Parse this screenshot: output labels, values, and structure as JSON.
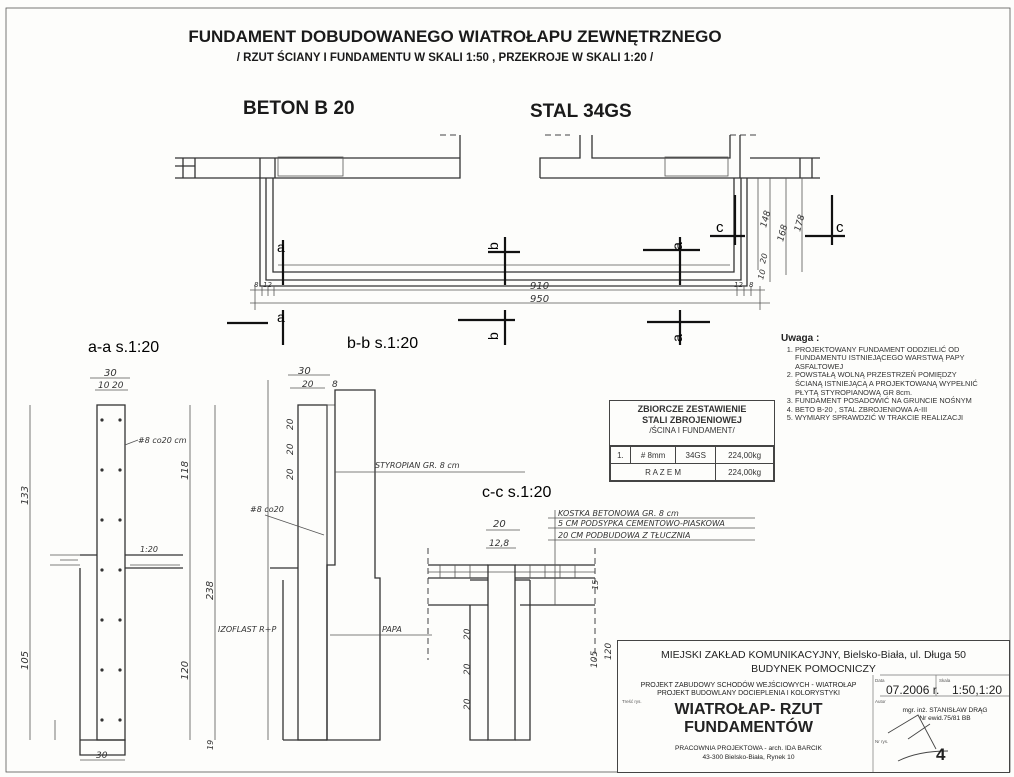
{
  "header": {
    "title": "FUNDAMENT DOBUDOWANEGO WIATROŁAPU ZEWNĘTRZNEGO",
    "subtitle": "/ RZUT ŚCIANY I FUNDAMENTU W SKALI 1:50 , PRZEKROJE W SKALI 1:20 /",
    "concrete": "BETON B 20",
    "steel": "STAL 34GS"
  },
  "plan": {
    "dims": {
      "inner_length": "910",
      "outer_length": "950",
      "left_a": "8",
      "left_b": "12",
      "right_a": "12",
      "right_b": "8",
      "side_a": "10",
      "side_b": "20",
      "h1": "148",
      "h2": "168",
      "h3": "178"
    },
    "markers": {
      "a": "a",
      "b": "b",
      "c": "c"
    }
  },
  "sections": {
    "aa": {
      "label": "a-a  s.1:20",
      "dims": [
        "30",
        "10",
        "20",
        "133",
        "118",
        "238",
        "105",
        "120",
        "30",
        "19"
      ],
      "rebar": "#8 co20 cm",
      "depth": "1:20"
    },
    "bb": {
      "label": "b-b  s.1:20",
      "dims": [
        "30",
        "20",
        "8",
        "20",
        "20",
        "20"
      ],
      "styro": "STYROPIAN GR. 8 cm",
      "rebar": "#8 co20",
      "izo": "IZOFLAST R+P",
      "papa": "PAPA"
    },
    "cc": {
      "label": "c-c  s.1:20",
      "dims": [
        "20",
        "12,8",
        "15",
        "20",
        "20",
        "20",
        "105",
        "120"
      ],
      "layers": [
        "KOSTKA BETONOWA GR. 8 cm",
        "5 CM PODSYPKA CEMENTOWO-PIASKOWA",
        "20 CM PODBUDOWA Z TŁUCZNIA"
      ]
    }
  },
  "steel_table": {
    "title1": "ZBIORCZE ZESTAWIENIE",
    "title2": "STALI ZBROJENIOWEJ",
    "title3": "/ŚCINA I FUNDAMENT/",
    "row": {
      "no": "1.",
      "diameter": "# 8mm",
      "grade": "34GS",
      "mass": "224,00kg"
    },
    "total_label": "R A Z E M",
    "total": "224,00kg"
  },
  "notes": {
    "heading": "Uwaga :",
    "items": [
      "PROJEKTOWANY FUNDAMENT ODDZIELIĆ OD FUNDAMENTU ISTNIEJĄCEGO WARSTWĄ PAPY ASFALTOWEJ",
      "POWSTAŁĄ WOLNĄ PRZESTRZEŃ POMIĘDZY ŚCIANĄ ISTNIEJĄCĄ A PROJEKTOWANĄ WYPEŁNIĆ PŁYTĄ STYROPIANOWĄ GR 8cm.",
      "FUNDAMENT POSADOWIĆ NA GRUNCIE NOŚNYM",
      "BETO B-20 , STAL ZBROJENIOWA A-III",
      "WYMIARY SPRAWDZIĆ W TRAKCIE REALIZACJI"
    ]
  },
  "title_block": {
    "client": "MIEJSKI ZAKŁAD KOMUNIKACYJNY, Bielsko-Biała, ul. Długa 50",
    "building": "BUDYNEK POMOCNICZY",
    "project1": "PROJEKT ZABUDOWY SCHODÓW WEJŚCIOWYCH - WIATROŁAP",
    "project2": "PROJEKT BUDOWLANY DOCIEPLENIA I KOLORYSTYKI",
    "drawing1": "WIATROŁAP- RZUT",
    "drawing2": "FUNDAMENTÓW",
    "date": "07.2006 r.",
    "scale": "1:50,1:20",
    "author1": "mgr. inż. STANISŁAW DRĄG",
    "author2": "Nr ewid.75/81 BB",
    "office1": "PRACOWNIA PROJEKTOWA - arch. IDA BARCIK",
    "office2": "43-300 Bielsko-Biała, Rynek 10",
    "sheet_no": "4",
    "lbl_date": "Data",
    "lbl_scale": "Skala",
    "lbl_type": "Treść rys.",
    "lbl_author": "Autor",
    "lbl_sheet": "Nr rys."
  }
}
